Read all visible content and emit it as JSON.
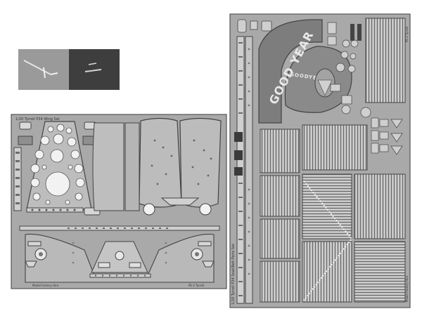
{
  "scene": {
    "photo_inset": "Wire parts photo",
    "fret_left": {
      "title": "1/20 Tyrrell P34 Wing Set",
      "brand_bottom": "Model Factory Hiro",
      "code_bottom": "PE-2 Tyrrell"
    },
    "fret_right": {
      "title": "1/20 Tyrrell P34 Seat/Belt Parts Set",
      "brand_bottom": "Model Factory Hiro",
      "code_top": "PE-2 Tyrrell",
      "logo_text": "GOOD YEAR",
      "logo_text_small": "GOODYEAR"
    },
    "colors": {
      "background": "#ffffff",
      "fret_fill": "#a9a9a9",
      "fret_edge": "#555555",
      "hole": "#f2f2f2",
      "dark_part": "#3a3a3a"
    }
  }
}
